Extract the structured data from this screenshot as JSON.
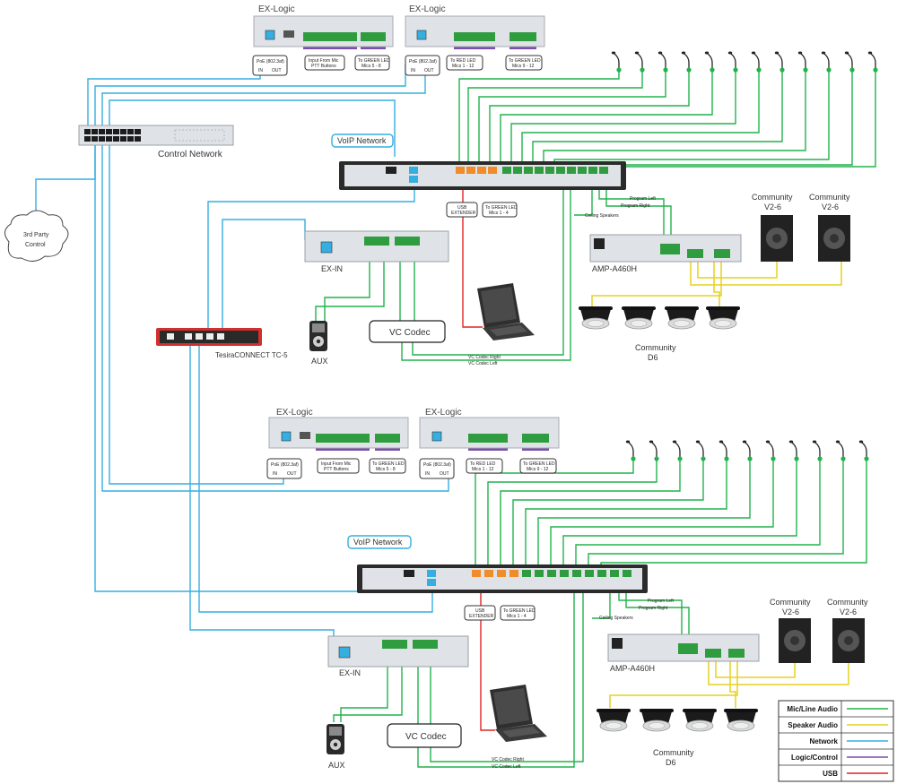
{
  "colors": {
    "audio": "#22b24c",
    "speaker": "#e6d21e",
    "network": "#35aee0",
    "logic": "#7b4fa8",
    "usb": "#e02424",
    "device": "#dfe2e6",
    "rack": "#2b2b2b",
    "orange_port": "#f08c2a"
  },
  "top_section": {
    "exlogic_left": {
      "title": "EX-Logic",
      "poe": "PoE (802.3af)",
      "poe_in": "IN",
      "poe_out": "OUT",
      "input_label_1": "Input From Mic",
      "input_label_2": "PTT Buttons",
      "green_led_1": "To GREEN LED",
      "green_led_2": "Mics 5 - 8"
    },
    "exlogic_right": {
      "title": "EX-Logic",
      "poe": "PoE (802.3af)",
      "poe_in": "IN",
      "poe_out": "OUT",
      "red_led_1": "To RED LED",
      "red_led_2": "Mics 1 - 12",
      "green_led_1": "To GREEN LED",
      "green_led_2": "Mics 9 - 12"
    },
    "switch_label": "Control Network",
    "third_party_1": "3rd Party",
    "third_party_2": "Control",
    "voip": "VoIP Network",
    "usb_ext_1": "USB",
    "usb_ext_2": "EXTENDER",
    "green_led_main_1": "To GREEN LED",
    "green_led_main_2": "Mics 1 - 4",
    "program_left": "Program Left",
    "program_right": "Program Right",
    "ceiling_speakers": "Ceiling Speakers",
    "amp": "AMP-A460H",
    "speaker_v26_a_1": "Community",
    "speaker_v26_a_2": "V2-6",
    "speaker_v26_b_1": "Community",
    "speaker_v26_b_2": "V2-6",
    "d6_1": "Community",
    "d6_2": "D6",
    "exin": "EX-IN",
    "aux": "AUX",
    "codec": "VC Codec",
    "codec_right": "VC Codec Right",
    "codec_left": "VC Codec Left",
    "tesira_connect": "TesiraCONNECT TC-5"
  },
  "bottom_section": {
    "exlogic_left": {
      "title": "EX-Logic",
      "poe": "PoE (802.3af)",
      "poe_in": "IN",
      "poe_out": "OUT",
      "input_label_1": "Input From Mic",
      "input_label_2": "PTT Buttons",
      "green_led_1": "To GREEN LED",
      "green_led_2": "Mics 5 - 8"
    },
    "exlogic_right": {
      "title": "EX-Logic",
      "poe": "PoE (802.3af)",
      "poe_in": "IN",
      "poe_out": "OUT",
      "red_led_1": "To RED LED",
      "red_led_2": "Mics 1 - 12",
      "green_led_1": "To GREEN LED",
      "green_led_2": "Mics 9 - 12"
    },
    "voip": "VoIP Network",
    "usb_ext_1": "USB",
    "usb_ext_2": "EXTENDER",
    "green_led_main_1": "To GREEN LED",
    "green_led_main_2": "Mics 1 - 4",
    "program_left": "Program Left",
    "program_right": "Program Right",
    "ceiling_speakers": "Ceiling Speakers",
    "amp": "AMP-A460H",
    "speaker_v26_a_1": "Community",
    "speaker_v26_a_2": "V2-6",
    "speaker_v26_b_1": "Community",
    "speaker_v26_b_2": "V2-6",
    "d6_1": "Community",
    "d6_2": "D6",
    "exin": "EX-IN",
    "aux": "AUX",
    "codec": "VC Codec",
    "codec_right": "VC Codec Right",
    "codec_left": "VC Codec Left"
  },
  "legend": [
    {
      "label": "Mic/Line Audio",
      "color": "#22b24c"
    },
    {
      "label": "Speaker Audio",
      "color": "#e6d21e"
    },
    {
      "label": "Network",
      "color": "#35aee0"
    },
    {
      "label": "Logic/Control",
      "color": "#7b4fa8"
    },
    {
      "label": "USB",
      "color": "#e02424"
    }
  ]
}
